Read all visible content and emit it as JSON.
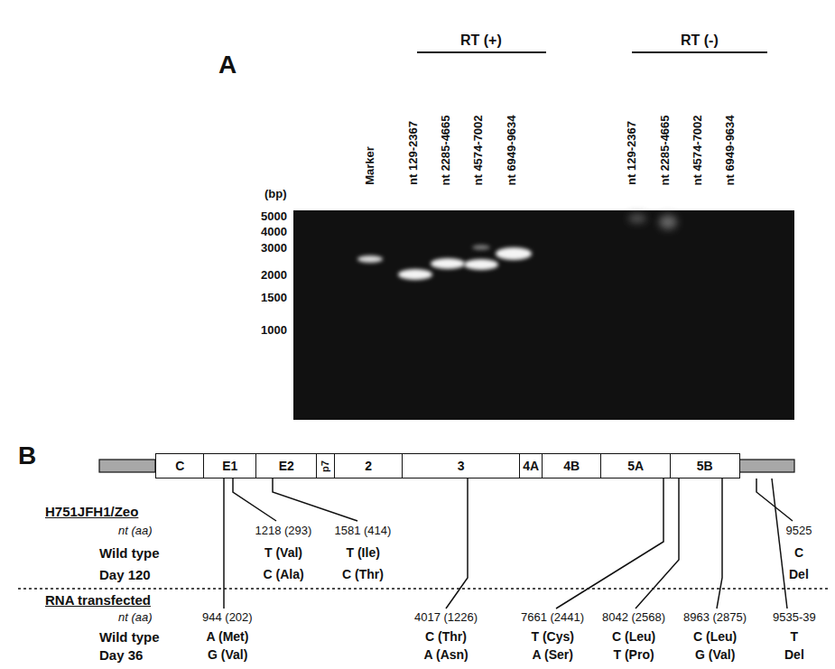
{
  "diagram": {
    "nodes": [
      {
        "text": [
          "C"
        ]
      },
      {
        "text": [
          "E1"
        ]
      },
      {
        "text": [
          "E2"
        ]
      },
      {
        "text": [
          "p7"
        ]
      },
      {
        "text": [
          "2"
        ]
      },
      {
        "text": [
          "3"
        ]
      },
      {
        "text": [
          "4A"
        ]
      },
      {
        "text": [
          "4B"
        ]
      },
      {
        "text": [
          "5A"
        ]
      },
      {
        "text": [
          "5B"
        ]
      }
    ],
    "labels": [
      "A",
      "RT (+)",
      "RT (-)",
      "Marker",
      "nt 129-2367",
      "nt 2285-4665",
      "nt 4574-7002",
      "nt 6949-9634",
      "nt 129-2367",
      "nt 2285-4665",
      "nt 4574-7002",
      "nt 6949-9634",
      "(bp)",
      "5000",
      "4000",
      "3000",
      "2000",
      "1500",
      "1000",
      "B",
      "H751JFH1/Zeo",
      "nt (aa)",
      "1218 (293)",
      "1581 (414)",
      "9525",
      "Wild type",
      "T (Val)",
      "T (Ile)",
      "C",
      "Day 120",
      "C (Ala)",
      "C (Thr)",
      "Del",
      "RNA transfected",
      "nt (aa)",
      "944 (202)",
      "4017 (1226)",
      "7661 (2441)",
      "8042 (2568)",
      "8963 (2875)",
      "9535-39",
      "Wild type",
      "A (Met)",
      "C (Thr)",
      "T (Cys)",
      "C (Leu)",
      "C (Leu)",
      "T",
      "Day 36",
      "G (Val)",
      "A (Asn)",
      "A (Ser)",
      "T (Pro)",
      "G (Val)",
      "Del"
    ]
  }
}
